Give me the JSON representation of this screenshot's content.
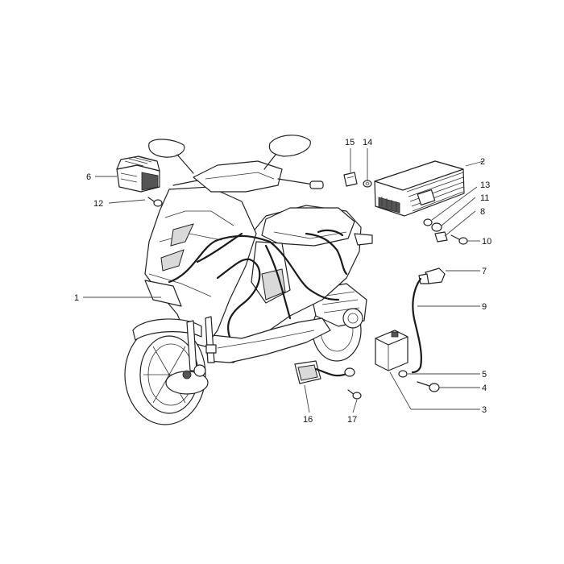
{
  "callouts": [
    {
      "id": "c1",
      "text": "1"
    },
    {
      "id": "c2",
      "text": "2"
    },
    {
      "id": "c3",
      "text": "3"
    },
    {
      "id": "c4",
      "text": "4"
    },
    {
      "id": "c5",
      "text": "5"
    },
    {
      "id": "c6",
      "text": "6"
    },
    {
      "id": "c7",
      "text": "7"
    },
    {
      "id": "c8",
      "text": "8"
    },
    {
      "id": "c9",
      "text": "9"
    },
    {
      "id": "c10",
      "text": "10"
    },
    {
      "id": "c11",
      "text": "11"
    },
    {
      "id": "c12",
      "text": "12"
    },
    {
      "id": "c13",
      "text": "13"
    },
    {
      "id": "c14",
      "text": "14"
    },
    {
      "id": "c15",
      "text": "15"
    },
    {
      "id": "c16",
      "text": "16"
    },
    {
      "id": "c17",
      "text": "17"
    }
  ],
  "colors": {
    "ink": "#222222",
    "background": "#ffffff"
  }
}
